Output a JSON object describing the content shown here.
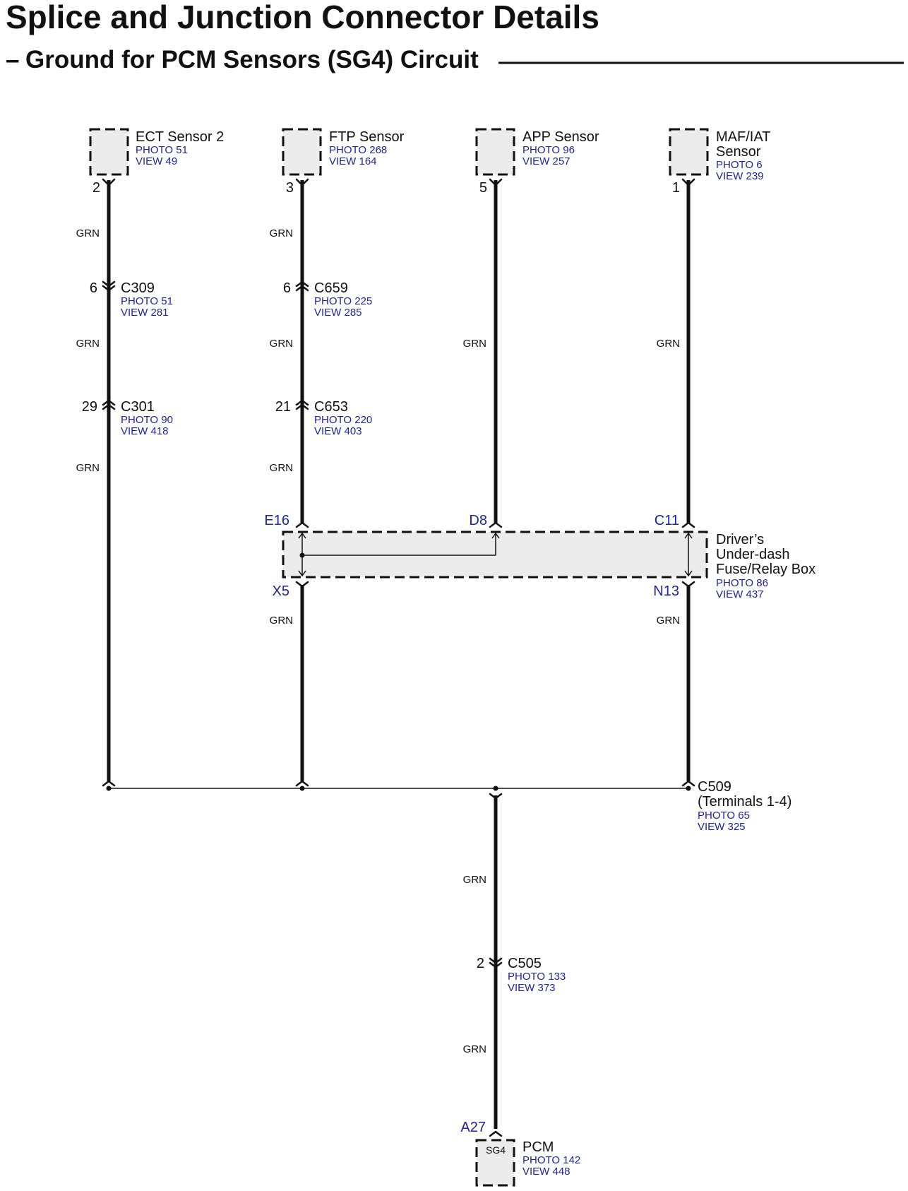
{
  "header": {
    "title": "Splice and Junction Connector Details",
    "subtitle_dash": "–",
    "subtitle": "Ground for PCM Sensors (SG4) Circuit"
  },
  "components": {
    "ect": {
      "name": "ECT Sensor 2",
      "photo": "PHOTO 51",
      "view": "VIEW 49",
      "pin": "2"
    },
    "ftp": {
      "name": "FTP Sensor",
      "photo": "PHOTO 268",
      "view": "VIEW 164",
      "pin": "3"
    },
    "app": {
      "name": "APP Sensor",
      "photo": "PHOTO 96",
      "view": "VIEW 257",
      "pin": "5"
    },
    "maf": {
      "name_line1": "MAF/IAT",
      "name_line2": "Sensor",
      "photo": "PHOTO 6",
      "view": "VIEW 239",
      "pin": "1"
    },
    "pcm": {
      "name": "PCM",
      "terminal": "SG4",
      "photo": "PHOTO 142",
      "view": "VIEW 448",
      "pin": "A27"
    }
  },
  "connectors": {
    "c309": {
      "name": "C309",
      "photo": "PHOTO 51",
      "view": "VIEW 281",
      "pin": "6"
    },
    "c659": {
      "name": "C659",
      "photo": "PHOTO 225",
      "view": "VIEW 285",
      "pin": "6"
    },
    "c301": {
      "name": "C301",
      "photo": "PHOTO 90",
      "view": "VIEW 418",
      "pin": "29"
    },
    "c653": {
      "name": "C653",
      "photo": "PHOTO 220",
      "view": "VIEW 403",
      "pin": "21"
    },
    "c509": {
      "name": "C509",
      "terminals": "(Terminals 1-4)",
      "photo": "PHOTO 65",
      "view": "VIEW 325"
    },
    "c505": {
      "name": "C505",
      "photo": "PHOTO 133",
      "view": "VIEW 373",
      "pin": "2"
    }
  },
  "fuse_box": {
    "line1": "Driver’s",
    "line2": "Under-dash",
    "line3": "Fuse/Relay Box",
    "photo": "PHOTO 86",
    "view": "VIEW 437",
    "pins": {
      "e16": "E16",
      "d8": "D8",
      "c11": "C11",
      "x5": "X5",
      "n13": "N13"
    }
  },
  "wire_color": "GRN",
  "colors": {
    "line": "#111111",
    "reference": "#22229a",
    "box_fill": "#ececec"
  }
}
